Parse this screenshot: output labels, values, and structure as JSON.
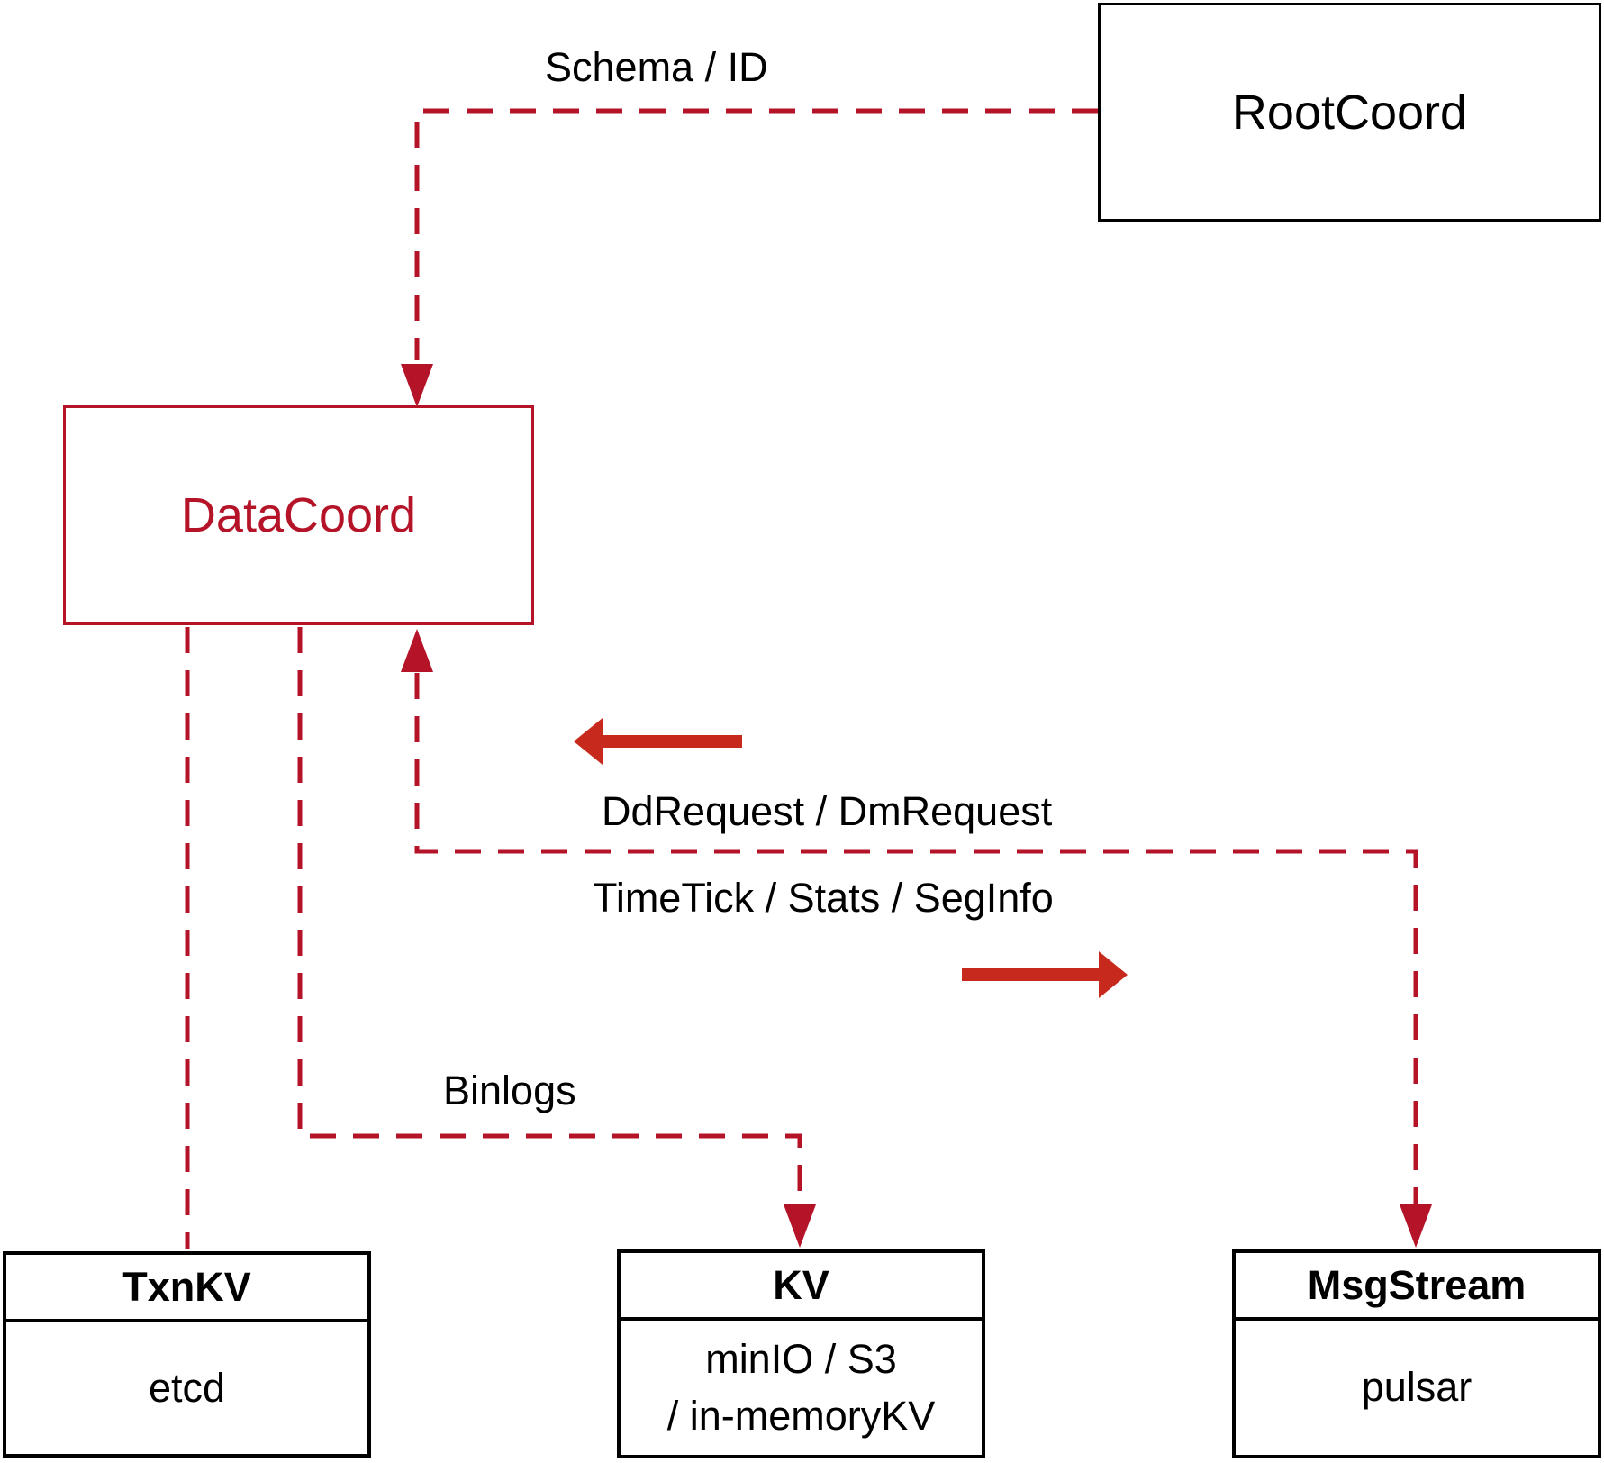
{
  "nodes": {
    "rootcoord": {
      "label": "RootCoord"
    },
    "datacoord": {
      "label": "DataCoord"
    },
    "txnkv": {
      "title": "TxnKV",
      "body": "etcd"
    },
    "kv": {
      "title": "KV",
      "body_lines": [
        "minIO / S3",
        "/ in-memoryKV"
      ]
    },
    "msgstream": {
      "title": "MsgStream",
      "body": "pulsar"
    }
  },
  "edge_labels": {
    "schema_id": "Schema / ID",
    "dd_dm_request": "DdRequest / DmRequest",
    "timetick_stats_seginfo": "TimeTick / Stats / SegInfo",
    "binlogs": "Binlogs"
  },
  "colors": {
    "dashed_line": "#b51328",
    "solid_arrow": "#c72a1c",
    "box_border": "#000000"
  }
}
